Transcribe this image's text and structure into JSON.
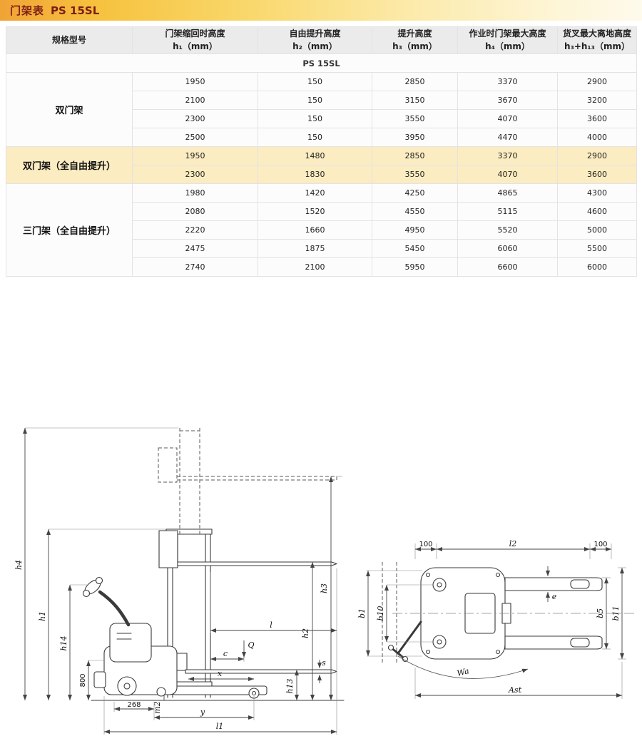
{
  "banner": {
    "title_cn": "门架表",
    "title_model": "PS 15SL"
  },
  "table": {
    "headers": [
      {
        "line1": "规格型号",
        "line2": ""
      },
      {
        "line1": "门架缩回时高度",
        "line2": "h₁（mm）"
      },
      {
        "line1": "自由提升高度",
        "line2": "h₂（mm）"
      },
      {
        "line1": "提升高度",
        "line2": "h₃（mm）"
      },
      {
        "line1": "作业时门架最大高度",
        "line2": "h₄（mm）"
      },
      {
        "line1": "货叉最大离地高度",
        "line2": "h₃+h₁₃（mm）"
      }
    ],
    "subheader": "PS 15SL",
    "groups": [
      {
        "label": "双门架",
        "highlight": false,
        "rows": [
          [
            "1950",
            "150",
            "2850",
            "3370",
            "2900"
          ],
          [
            "2100",
            "150",
            "3150",
            "3670",
            "3200"
          ],
          [
            "2300",
            "150",
            "3550",
            "4070",
            "3600"
          ],
          [
            "2500",
            "150",
            "3950",
            "4470",
            "4000"
          ]
        ]
      },
      {
        "label": "双门架（全自由提升）",
        "highlight": true,
        "rows": [
          [
            "1950",
            "1480",
            "2850",
            "3370",
            "2900"
          ],
          [
            "2300",
            "1830",
            "3550",
            "4070",
            "3600"
          ]
        ]
      },
      {
        "label": "三门架（全自由提升）",
        "highlight": false,
        "rows": [
          [
            "1980",
            "1420",
            "4250",
            "4865",
            "4300"
          ],
          [
            "2080",
            "1520",
            "4550",
            "5115",
            "4600"
          ],
          [
            "2220",
            "1660",
            "4950",
            "5520",
            "5000"
          ],
          [
            "2475",
            "1875",
            "5450",
            "6060",
            "5500"
          ],
          [
            "2740",
            "2100",
            "5950",
            "6600",
            "6000"
          ]
        ]
      }
    ]
  },
  "diagrams": {
    "side": {
      "h4": "h4",
      "h1": "h1",
      "h14": "h14",
      "n800": "800",
      "n268": "268",
      "m2": "m2",
      "x": "x",
      "y": "y",
      "l1": "l1",
      "h13": "h13",
      "s": "s",
      "h2": "h2",
      "h3": "h3",
      "l": "l",
      "c": "c",
      "q": "Q"
    },
    "top": {
      "n100_left": "100",
      "l2": "l2",
      "n100_right": "100",
      "b1": "b1",
      "b10": "b10",
      "e": "e",
      "b5": "b5",
      "b11": "b11",
      "wa": "Wa",
      "ast": "Ast"
    }
  }
}
